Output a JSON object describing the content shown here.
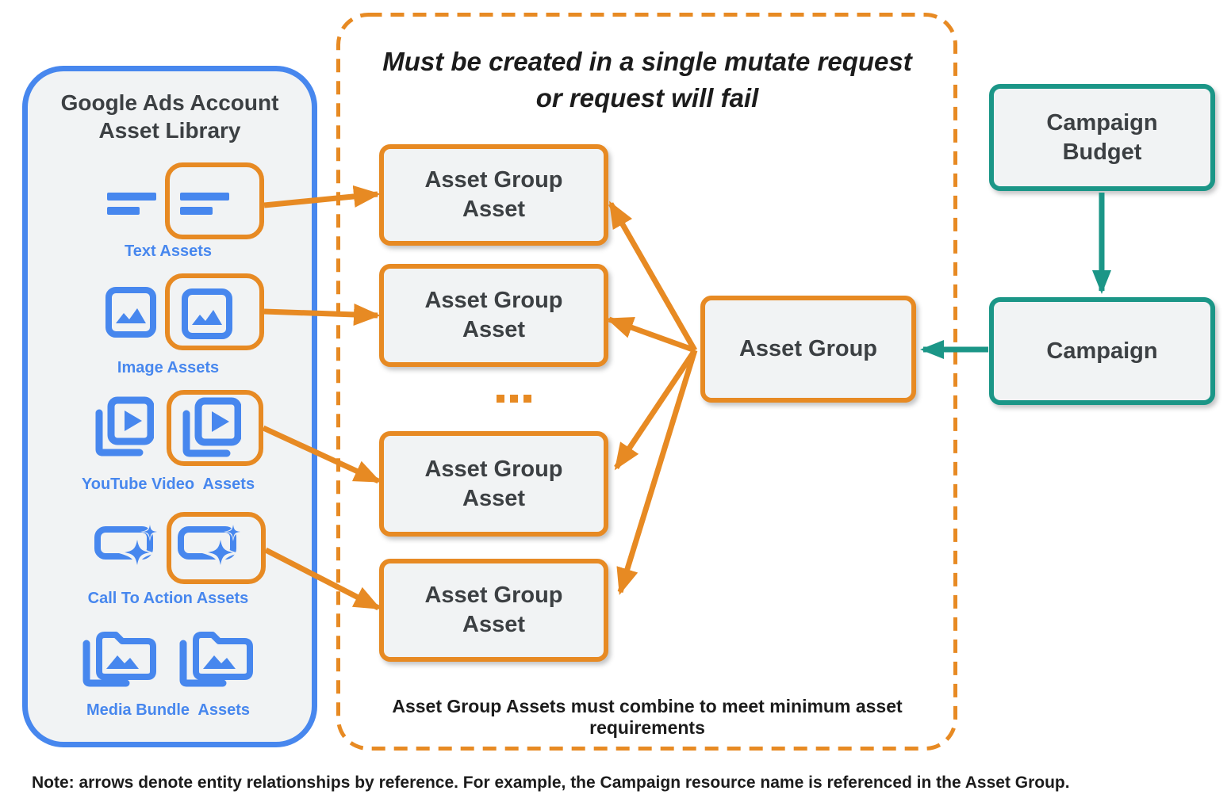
{
  "library": {
    "title": "Google Ads Account Asset Library",
    "items": [
      {
        "label": "Text Assets",
        "icon": "text-asset-icon"
      },
      {
        "label": "Image Assets",
        "icon": "image-asset-icon"
      },
      {
        "label": "YouTube Video  Assets",
        "icon": "youtube-video-asset-icon"
      },
      {
        "label": "Call To Action Assets",
        "icon": "call-to-action-asset-icon"
      },
      {
        "label": "Media Bundle  Assets",
        "icon": "media-bundle-asset-icon"
      }
    ]
  },
  "mutate_container": {
    "title_line1": "Must be created in a single mutate request",
    "title_line2": "or request will fail",
    "caption": "Asset Group Assets must combine to meet minimum asset requirements",
    "ellipsis": "..."
  },
  "asset_group_asset": {
    "line1": "Asset Group",
    "line2": "Asset"
  },
  "asset_group": {
    "label": "Asset Group"
  },
  "campaign_budget": {
    "label": "Campaign Budget"
  },
  "campaign": {
    "label": "Campaign"
  },
  "note": {
    "text": "Note: arrows denote entity relationships by reference. For example, the Campaign resource name is referenced in the Asset Group."
  },
  "colors": {
    "orange": "#E78A23",
    "blue": "#4787EE",
    "teal": "#1B9687",
    "box_fill": "#F1F3F4",
    "text_dark": "#3C4043",
    "text_black": "#1C1C1C"
  }
}
